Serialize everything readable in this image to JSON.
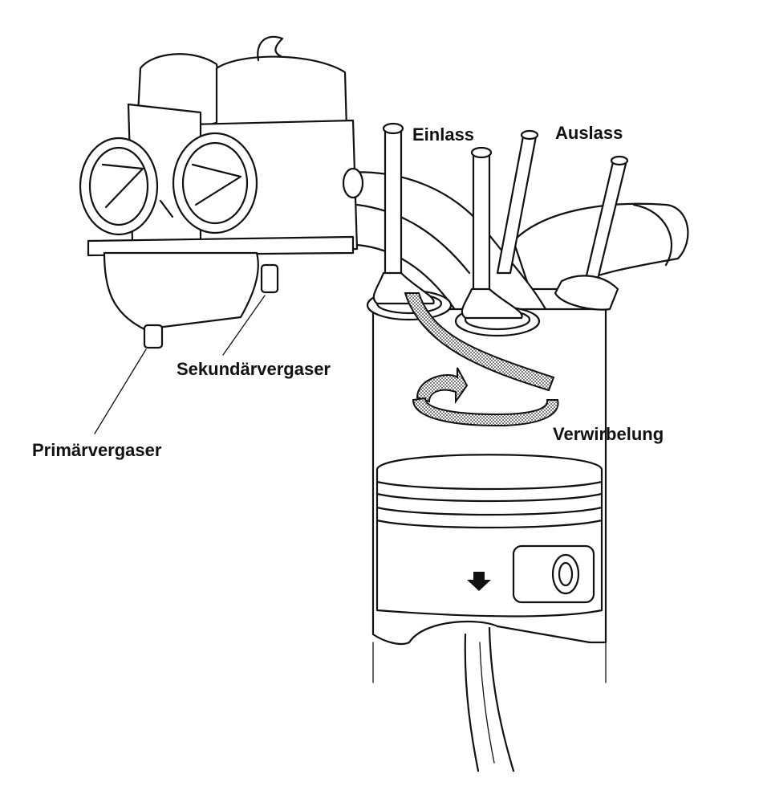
{
  "labels": {
    "intake": "Einlass",
    "exhaust": "Auslass",
    "secondary_carb": "Sekundärvergaser",
    "primary_carb": "Primärvergaser",
    "swirl": "Verwirbelung"
  },
  "colors": {
    "ink": "#111111",
    "background": "#ffffff"
  }
}
